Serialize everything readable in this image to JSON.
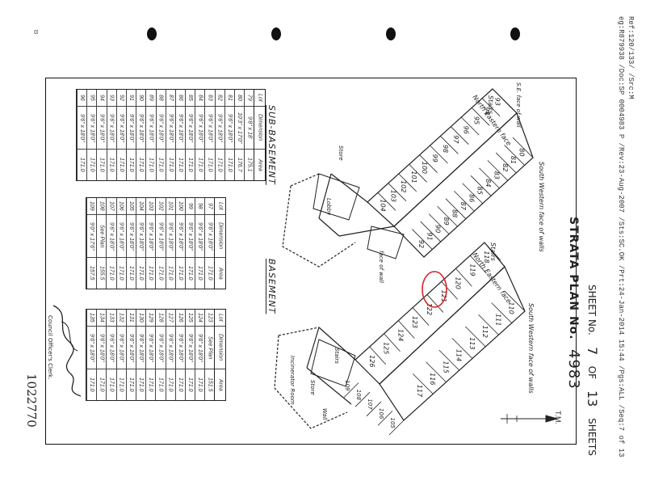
{
  "stamp_lines": [
    "eg:R879938 /Doc:SP 0004983 P /Rev:23-Aug-2007 /Sts:SC.OK /Prt:24-Jan-2014 15:44 /Pgs:ALL /Seq:7 of 13",
    "Ref:120/133/ /Src:M"
  ],
  "edge_mark": "α",
  "plan_title": "STRATA PLAN No.",
  "plan_number": "4983",
  "sheet_label": "SHEET No.",
  "sheet_number": "7",
  "sheet_of": "OF",
  "sheet_total": "13",
  "sheet_suffix": "SHEETS",
  "sub_basement_label": "SUB-BASEMENT",
  "basement_label": "BASEMENT",
  "table_headers": [
    "Lot",
    "Dimension",
    "Area"
  ],
  "table1_rows": [
    [
      "79",
      "9'8\" x 18'",
      "175.1"
    ],
    [
      "80",
      "10'3\" x 17'0\"",
      "176.7"
    ],
    [
      "81",
      "9'6\" x 18'0\"",
      "171.0"
    ],
    [
      "82",
      "9'6\" x 18'0\"",
      "171.0"
    ],
    [
      "83",
      "9'6\" x 18'0\"",
      "171.0"
    ],
    [
      "84",
      "9'6\" x 18'0\"",
      "171.0"
    ],
    [
      "85",
      "9'6\" x 18'0\"",
      "171.0"
    ],
    [
      "86",
      "9'6\" x 18'0\"",
      "171.0"
    ],
    [
      "87",
      "9'6\" x 18'0\"",
      "171.0"
    ],
    [
      "88",
      "9'6\" x 18'0\"",
      "171.0"
    ],
    [
      "89",
      "9'6\" x 18'0\"",
      "171.0"
    ],
    [
      "90",
      "9'6\" x 18'0\"",
      "171.0"
    ],
    [
      "91",
      "9'6\" x 18'0\"",
      "171.0"
    ],
    [
      "92",
      "9'6\" x 18'0\"",
      "171.0"
    ],
    [
      "93",
      "9'6\" x 18'0\"",
      "171.0"
    ],
    [
      "94",
      "9'6\" x 18'0\"",
      "171.0"
    ],
    [
      "95",
      "9'6\" x 18'0\"",
      "171.0"
    ],
    [
      "96",
      "9'6\" x 18'0\"",
      "171.0"
    ]
  ],
  "table2_rows": [
    [
      "97",
      "9'6\" x 18'0\"",
      "171.0"
    ],
    [
      "98",
      "9'6\" x 18'0\"",
      "171.0"
    ],
    [
      "99",
      "9'6\" x 18'0\"",
      "171.0"
    ],
    [
      "100",
      "9'6\" x 18'0\"",
      "171.0"
    ],
    [
      "101",
      "9'6\" x 18'0\"",
      "171.0"
    ],
    [
      "102",
      "9'6\" x 18'0\"",
      "171.0"
    ],
    [
      "103",
      "9'6\" x 18'0\"",
      "171.0"
    ],
    [
      "104",
      "9'6\" x 18'0\"",
      "171.0"
    ],
    [
      "105",
      "9'6\" x 18'0\"",
      "171.0"
    ],
    [
      "106",
      "9'6\" x 18'0\"",
      "171.0"
    ],
    [
      "107",
      "9'6\" x 18'0\"",
      "171.0"
    ],
    [
      "108",
      "See Plan",
      "155.5"
    ],
    [
      "109",
      "9'0\" x 17'6\"",
      "157.5"
    ]
  ],
  "table3_rows": [
    [
      "123",
      "See Plan",
      "151.5"
    ],
    [
      "124",
      "9'6\" x 18'0\"",
      "171.0"
    ],
    [
      "125",
      "9'6\" x 18'0\"",
      "171.0"
    ],
    [
      "126",
      "9'6\" x 18'0\"",
      "171.0"
    ],
    [
      "127",
      "9'6\" x 18'0\"",
      "171.0"
    ],
    [
      "128",
      "9'6\" x 18'0\"",
      "171.0"
    ],
    [
      "129",
      "9'6\" x 18'0\"",
      "171.0"
    ],
    [
      "130",
      "9'6\" x 18'0\"",
      "171.0"
    ],
    [
      "131",
      "9'6\" x 18'0\"",
      "171.0"
    ],
    [
      "132",
      "9'6\" x 18'0\"",
      "171.0"
    ],
    [
      "133",
      "9'6\" x 18'0\"",
      "171.0"
    ],
    [
      "134",
      "9'6\" x 18'0\"",
      "171.0"
    ],
    [
      "135",
      "9'6\" x 18'0\"",
      "171.0"
    ]
  ],
  "upper_block_lots": [
    "93",
    "94",
    "95",
    "96",
    "97",
    "98",
    "99",
    "100",
    "101",
    "102",
    "103",
    "104"
  ],
  "upper_wall_lots": [
    "80",
    "81",
    "82",
    "83",
    "84",
    "85",
    "86",
    "87",
    "88",
    "89",
    "90",
    "91",
    "92"
  ],
  "lower_block_lots": [
    "118",
    "119",
    "120",
    "121",
    "122",
    "123",
    "124",
    "125",
    "126"
  ],
  "lower_wall_lots": [
    "110",
    "111",
    "112",
    "113",
    "114",
    "115",
    "116",
    "117"
  ],
  "lower_bottom_lots": [
    "105",
    "106",
    "107",
    "108",
    "109"
  ],
  "annotations": {
    "stairs": "Stairs",
    "se_face": "S.E. face of wall",
    "north_eastern_face": "North Eastern face",
    "south_western_face": "South Western face of walls",
    "face_of_wall": "face of wall",
    "incinerator": "Incinerator Room",
    "wall": "Wall",
    "lobby": "Lobby",
    "store": "Store"
  },
  "signature_caption": "Council Officer's Clerk.",
  "document_ref": "1022770",
  "north_label": "T.M."
}
